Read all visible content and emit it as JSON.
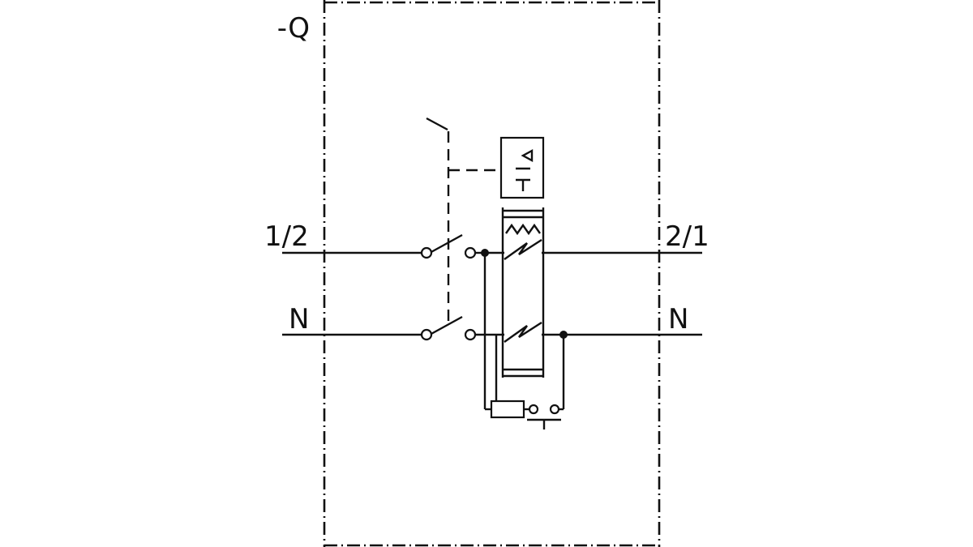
{
  "device_label": "-Q",
  "terminals": {
    "top_left": "1/2",
    "top_right": "2/1",
    "bottom_left": "N",
    "bottom_right": "N"
  }
}
